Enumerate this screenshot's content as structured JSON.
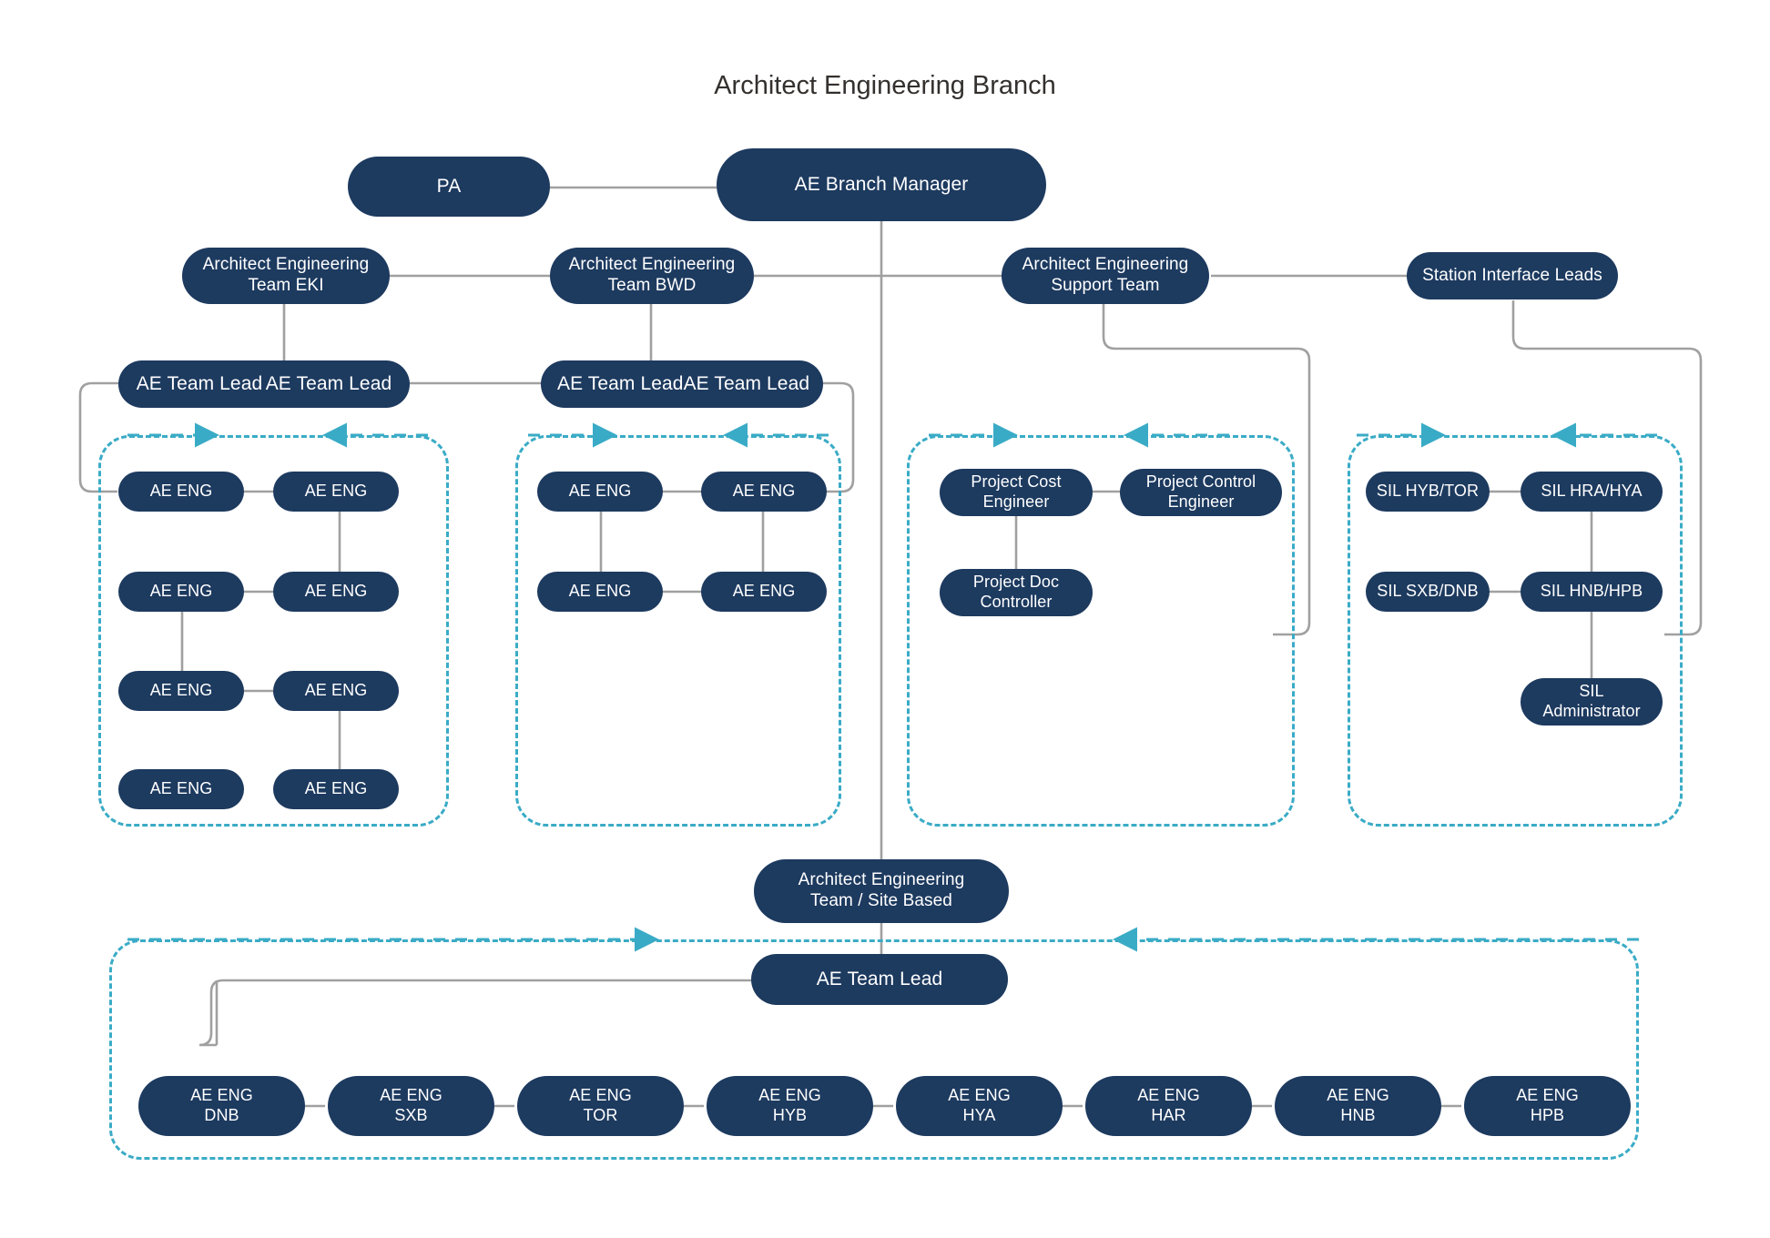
{
  "title": "Architect Engineering Branch",
  "colors": {
    "node_fill": "#1d3a5f",
    "node_text": "#ffffff",
    "group_border": "#3aabc6",
    "connector": "#a0a0a0",
    "background": "#ffffff",
    "title_text": "#33302e"
  },
  "top": {
    "pa": "PA",
    "branch_manager": "AE Branch Manager"
  },
  "teams": {
    "eki": "Architect Engineering\nTeam EKI",
    "bwd": "Architect Engineering\nTeam BWD",
    "support": "Architect Engineering\nSupport Team",
    "station_interface_leads": "Station Interface Leads"
  },
  "leads": {
    "eki_lead_a": "AE Team Lead",
    "eki_lead_b": "AE Team Lead",
    "bwd_lead_a": "AE Team Lead",
    "bwd_lead_b": "AE Team Lead",
    "site_lead": "AE Team Lead"
  },
  "eki_engineers": [
    "AE ENG",
    "AE ENG",
    "AE ENG",
    "AE ENG",
    "AE ENG",
    "AE ENG",
    "AE ENG",
    "AE ENG"
  ],
  "bwd_engineers": [
    "AE ENG",
    "AE ENG",
    "AE ENG",
    "AE ENG"
  ],
  "support_roles": [
    "Project Cost\nEngineer",
    "Project Control\nEngineer",
    "Project Doc\nController"
  ],
  "sil_roles": [
    "SIL HYB/TOR",
    "SIL HRA/HYA",
    "SIL SXB/DNB",
    "SIL HNB/HPB",
    "SIL\nAdministrator"
  ],
  "site_based": {
    "team": "Architect Engineering\nTeam / Site Based",
    "engineers": [
      "AE ENG\nDNB",
      "AE ENG\nSXB",
      "AE ENG\nTOR",
      "AE ENG\nHYB",
      "AE ENG\nHYA",
      "AE ENG\nHAR",
      "AE ENG\nHNB",
      "AE ENG\nHPB"
    ]
  }
}
